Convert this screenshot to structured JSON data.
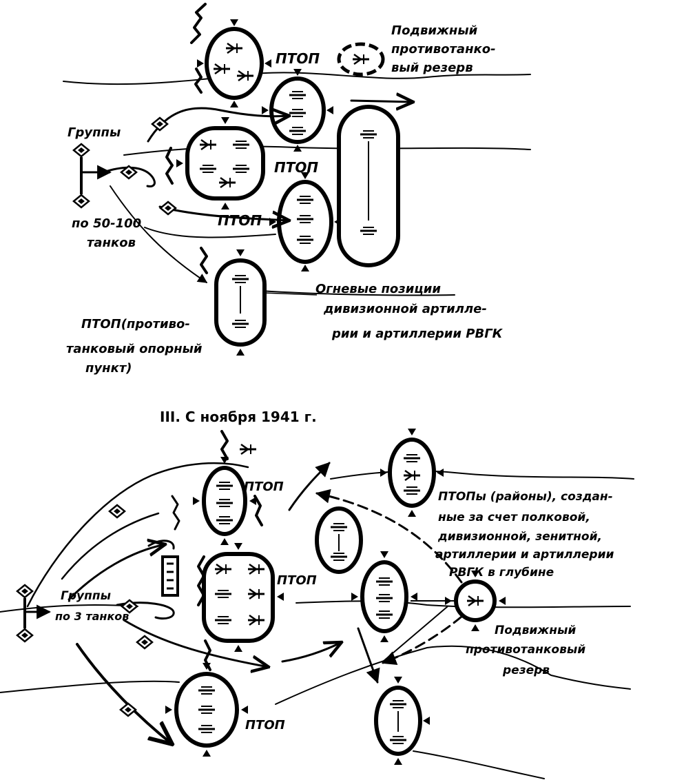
{
  "top": {
    "label_reserve": "Подвижный противотанко-вый резерв",
    "label_ptop_1": "ПТОП",
    "label_ptop_2": "ПТОП",
    "label_ptop_3": "ПТОП",
    "label_groups": "Группы",
    "label_tanks": "по 50-100 танков",
    "label_firing": "Огневые позиции дивизионной артилле-рии и артиллерии РВГК",
    "label_ptop_strongpoint": "ПТОП(противо-танковый опорный пункт)"
  },
  "bottom": {
    "title": "III. С ноября 1941 г.",
    "label_ptop_1": "ПТОП",
    "label_ptop_2": "ПТОП",
    "label_ptop_3": "ПТОП",
    "label_groups": "Группы",
    "label_tanks": "по 3 танков",
    "label_areas": "ПТОПы (районы), создан-ные за счет полковой, дивизионной, зенитной, артиллерии и артиллерии РВГК в глубине",
    "label_reserve": "Подвижный противотанковый резерв"
  },
  "colors": {
    "ink": "#000000",
    "paper": "#ffffff"
  }
}
